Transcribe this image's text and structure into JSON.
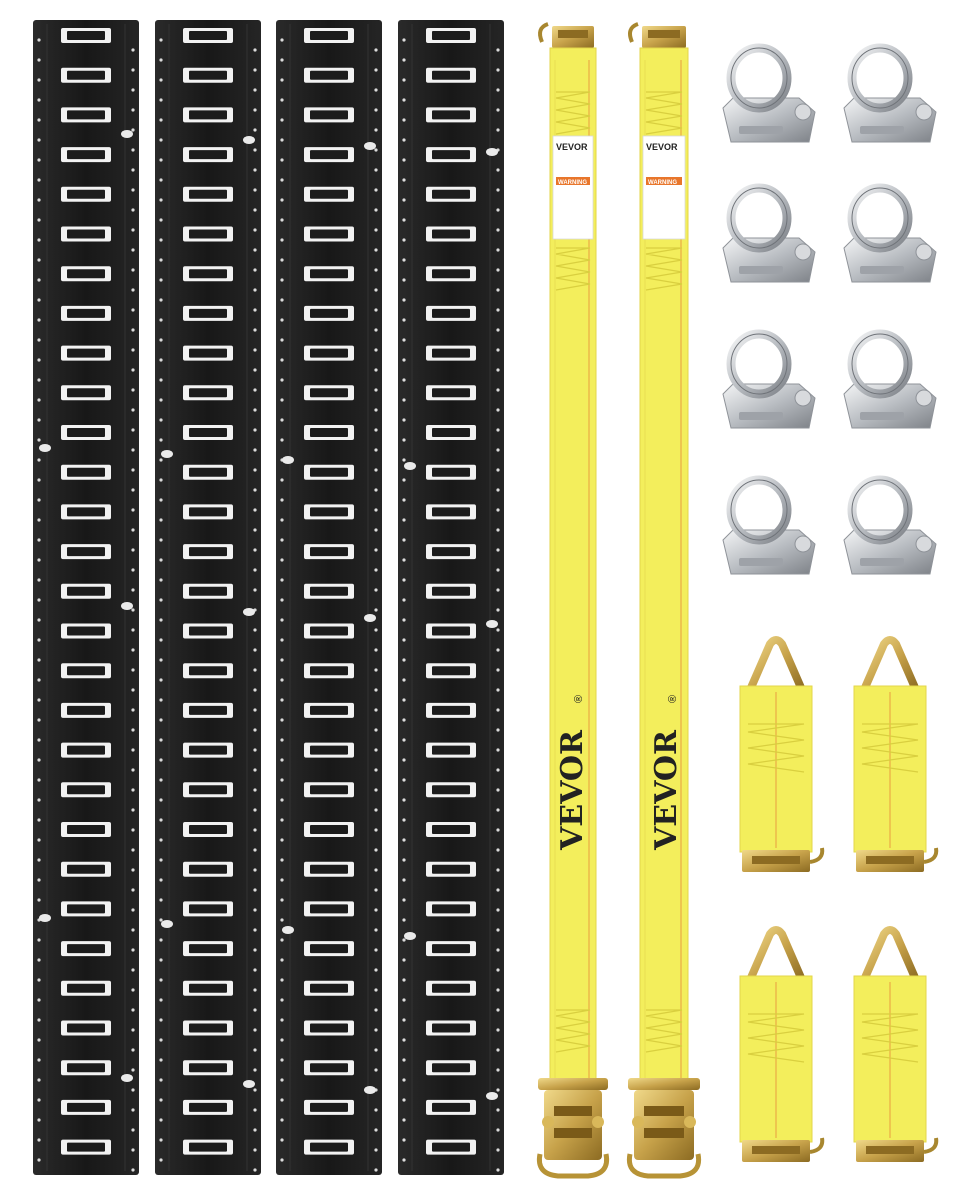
{
  "brand": {
    "name": "VEVOR",
    "mark": "®"
  },
  "strap_label": {
    "brand": "VEVOR",
    "warning": "WARNING"
  },
  "icons": {
    "track": "e-track-rail-icon",
    "strap": "ratchet-strap-icon",
    "ring": "d-ring-anchor-icon",
    "tie_off": "rope-tie-off-strap-icon"
  },
  "colors": {
    "track": "#1b1b1b",
    "slot": "#f2f2f2",
    "webbing": "#f3ee5c",
    "webbing_edge": "#e3d64a",
    "stitch": "#e0622a",
    "metal_gold": "#c7a24a",
    "metal_silver": "#c9ccd0",
    "warning": "#e8762b"
  },
  "quantities": {
    "tracks": 4,
    "ratchet_straps": 2,
    "d_rings": 8,
    "tie_off_straps": 4
  }
}
